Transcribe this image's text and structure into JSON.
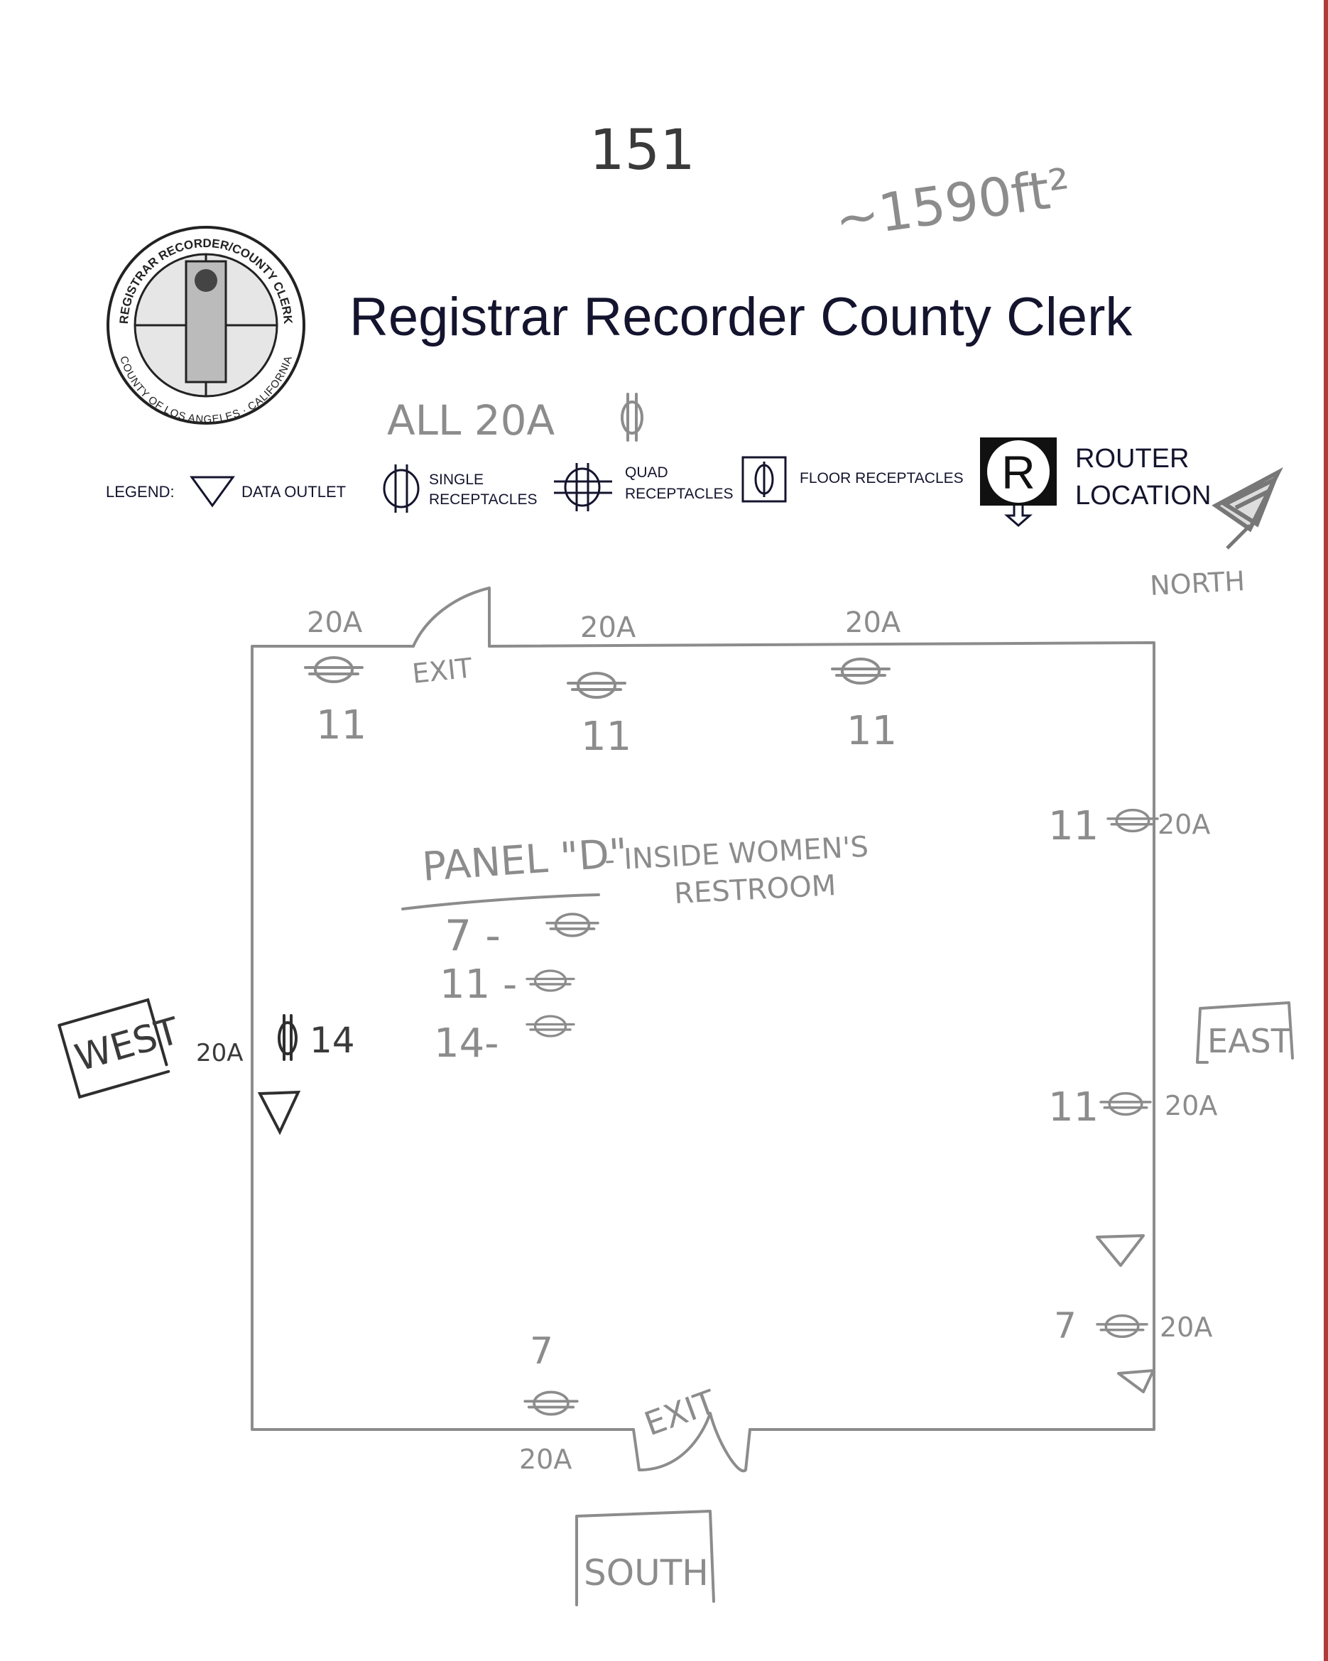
{
  "page_number": "151",
  "area_note": "~1590ft²",
  "header": {
    "title": "Registrar Recorder County Clerk",
    "seal_text_top": "REGISTRAR RECORDER/COUNTY CLERK",
    "seal_text_bottom": "COUNTY OF LOS ANGELES · CALIFORNIA"
  },
  "amperage_note": "ALL 20A",
  "legend": {
    "label": "LEGEND:",
    "items": [
      {
        "icon": "triangle-data-outlet-icon",
        "label": "DATA OUTLET"
      },
      {
        "icon": "single-receptacle-icon",
        "label_line1": "SINGLE",
        "label_line2": "RECEPTACLES"
      },
      {
        "icon": "quad-receptacle-icon",
        "label_line1": "QUAD",
        "label_line2": "RECEPTACLES"
      },
      {
        "icon": "floor-receptacle-icon",
        "label": "FLOOR RECEPTACLES"
      },
      {
        "icon": "router-icon",
        "glyph": "R",
        "label_line1": "ROUTER",
        "label_line2": "LOCATION"
      }
    ]
  },
  "compass": {
    "north": "NORTH",
    "south": "SOUTH",
    "east": "EAST",
    "west": "WEST"
  },
  "floorplan": {
    "exit_label": "EXIT",
    "amp": "20A",
    "top_circuits": [
      "11",
      "11",
      "11"
    ],
    "right_circuits": [
      "11",
      "11",
      "7"
    ],
    "west_circuit": "14",
    "bottom_circuit": "7",
    "panel": {
      "title": "PANEL \"D\"",
      "location_line1": "- INSIDE WOMEN'S",
      "location_line2": "RESTROOM",
      "circuits": [
        "7 -",
        "11 -",
        "14-"
      ]
    }
  },
  "colors": {
    "pencil": "#8c8c8c",
    "ink": "#14142e",
    "edge": "#b03a3a"
  }
}
